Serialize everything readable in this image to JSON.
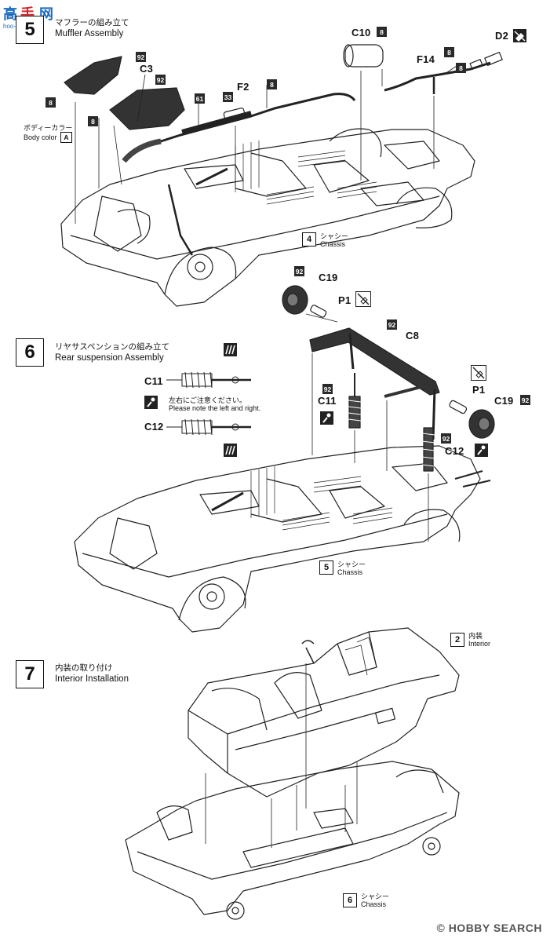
{
  "watermark": {
    "top": "hoo-shoo.com"
  },
  "step5": {
    "number": "5",
    "jp": "マフラーの組み立て",
    "en": "Muffler Assembly"
  },
  "step6": {
    "number": "6",
    "jp": "リヤサスペンションの組み立て",
    "en": "Rear suspension Assembly"
  },
  "step7": {
    "number": "7",
    "jp": "内装の取り付け",
    "en": "Interior Installation"
  },
  "parts5": {
    "c10": "C10",
    "d2": "D2",
    "f14": "F14",
    "c3": "C3",
    "f2": "F2"
  },
  "tags5": {
    "t8a": "8",
    "t8b": "8",
    "t8c": "8",
    "t8d": "8",
    "t8e": "8",
    "t8f": "8",
    "t92a": "92",
    "t92b": "92",
    "t61": "61",
    "t33": "33"
  },
  "body_color": {
    "jp": "ボディーカラー",
    "en": "Body color",
    "code": "A"
  },
  "chassis4": {
    "num": "4",
    "jp": "シャシー",
    "en": "Chassis"
  },
  "parts6": {
    "c19a": "C19",
    "p1a": "P1",
    "c8": "C8",
    "c11": "C11",
    "p1b": "P1",
    "c19b": "C19",
    "c12": "C12",
    "c11_left": "C11",
    "c12_left": "C12"
  },
  "tags6": {
    "t92a": "92",
    "t92b": "92",
    "t92c": "92",
    "t92d": "92",
    "t92e": "92"
  },
  "note6": {
    "jp": "左右にご注意ください。",
    "en": "Please note the left and right."
  },
  "chassis5": {
    "num": "5",
    "jp": "シャシー",
    "en": "Chassis"
  },
  "interior": {
    "num": "2",
    "jp": "内装",
    "en": "Interior"
  },
  "chassis6": {
    "num": "6",
    "jp": "シャシー",
    "en": "Chassis"
  },
  "footer": {
    "brand": "HOBBY SEARCH",
    "copyright": "©"
  }
}
